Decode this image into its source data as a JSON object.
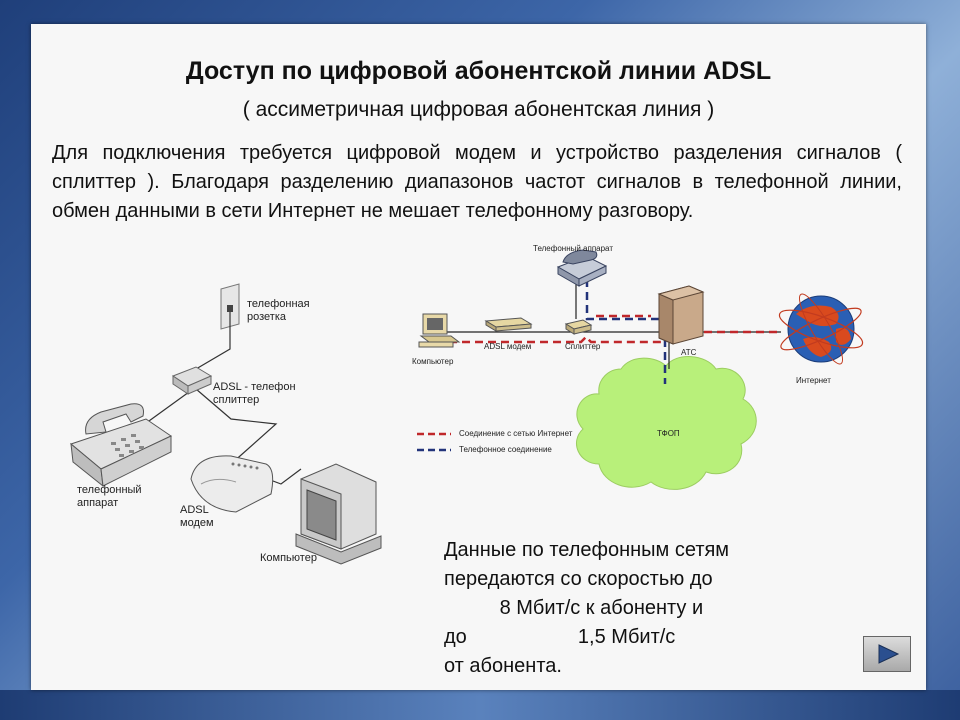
{
  "slide": {
    "title": "Доступ по цифровой абонентской линии ADSL",
    "subtitle": "( ассиметричная цифровая абонентская линия )",
    "paragraph": "Для подключения требуется цифровой модем и устройство разделения сигналов  ( сплиттер ). Благодаря разделению диапазонов частот сигналов в телефонной линии, обмен данными в сети Интернет не мешает телефонному разговору.",
    "speed_lines": [
      "Данные по телефонным сетям",
      "передаются со скоростью до",
      "          8 Мбит/с к абоненту и",
      "до                    1,5 Мбит/с",
      "от абонента."
    ]
  },
  "left_diagram": {
    "socket_label": [
      "телефонная",
      "розетка"
    ],
    "splitter_label": [
      "ADSL - телефон",
      "сплиттер"
    ],
    "phone_label": [
      "телефонный",
      "аппарат"
    ],
    "modem_label": [
      "ADSL",
      "модем"
    ],
    "computer_label": "Компьютер"
  },
  "right_diagram": {
    "phone": "Телефонный аппарат",
    "computer": "Компьютер",
    "modem": "ADSL модем",
    "splitter": "Сплиттер",
    "exchange": "АТС",
    "internet": "Интернет",
    "network": "ТФОП",
    "legend": [
      {
        "text": "Соединение с сетью Интернет",
        "color": "#c0282b"
      },
      {
        "text": "Телефонное соединение",
        "color": "#22337a"
      }
    ]
  },
  "colors": {
    "cloud": "#b8f07a",
    "internet_line": "#c0282b",
    "phone_line": "#22337a"
  },
  "navigation": {
    "icon": "play-next-icon"
  }
}
